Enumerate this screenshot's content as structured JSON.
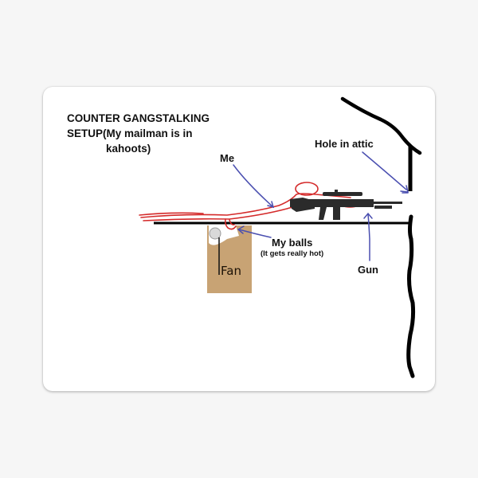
{
  "sticker": {
    "title_lines": [
      "COUNTER GANGSTALKING",
      "SETUP(My mailman is in",
      "kahoots)"
    ],
    "labels": {
      "me": "Me",
      "hole": "Hole in attic",
      "balls": "My balls",
      "balls_sub": "(It gets really hot)",
      "gun": "Gun",
      "fan": "Fan"
    },
    "colors": {
      "background": "#f6f6f6",
      "sticker": "#ffffff",
      "walls": "#000000",
      "person": "#d42a2a",
      "arrows": "#4a4fb0",
      "fan_box": "#c8a374",
      "gun": "#2b2b2b"
    }
  }
}
